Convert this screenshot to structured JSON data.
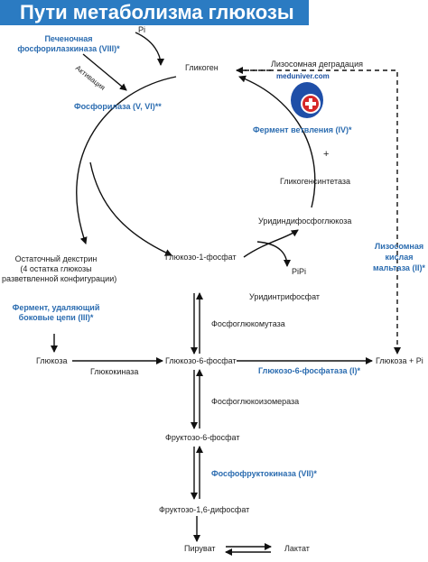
{
  "title": "Пути метаболизма глюкозы",
  "colors": {
    "title_bg": "#2b7bc2",
    "enzyme_blue": "#2b6cb0",
    "logo_red": "#d62828",
    "logo_blue": "#1f4fa8"
  },
  "logo": {
    "text": "meduniver.com"
  },
  "nodes": {
    "pi_top": "Pi",
    "glycogen": "Гликоген",
    "residual_dextrin_1": "Остаточный декстрин",
    "residual_dextrin_2": "(4 остатка глюкозы",
    "residual_dextrin_3": "в разветвленной конфигурации)",
    "glucose_1_phosphate": "Глюкозо-1-фосфат",
    "glucose": "Глюкоза",
    "glucose_6_phosphate": "Глюкозо-6-фосфат",
    "glucose_plus_pi": "Глюкоза + Pi",
    "fructose_6_phosphate": "Фруктозо-6-фосфат",
    "fructose_16_bisphosphate": "Фруктозо-1,6-дифосфат",
    "pyruvate": "Пируват",
    "lactate": "Лактат",
    "glycogenin": "Гликогенсинтетаза",
    "udp_glucose": "Уридиндифосфоглюкоза",
    "utp": "Уридинтрифосфат",
    "ppi": "PiPi",
    "plus_sign": "+"
  },
  "enzymes": {
    "phosphorylase_kinase_1": "Печеночная",
    "phosphorylase_kinase_2": "фосфорилазкиназа (VIII)*",
    "activation": "Активация",
    "phosphorylase": "Фосфорилаза (V, VI)**",
    "lysosomal_degradation": "Лизосомная деградация",
    "branching_enzyme": "Фермент ветвления (IV)*",
    "debranching_1": "Фермент, удаляющий",
    "debranching_2": "боковые цепи (III)*",
    "glucokinase": "Глюкокиназа",
    "phosphoglucomutase": "Фосфоглюкомутаза",
    "g6pase": "Глюкозо-6-фосфатаза (I)*",
    "phosphoglucoisomerase": "Фосфоглюкоизомераза",
    "pfk": "Фосфофруктокиназа (VII)*",
    "acid_maltase_1": "Лизосомная",
    "acid_maltase_2": "кислая",
    "acid_maltase_3": "мальтаза (II)*"
  }
}
